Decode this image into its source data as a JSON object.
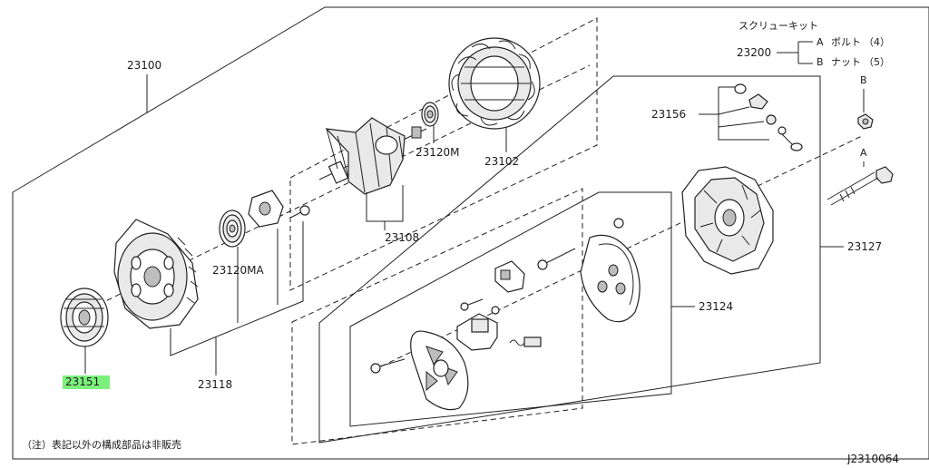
{
  "diagram": {
    "drawing_code": "J2310064",
    "note": "（注）表記以外の構成部品は非販売",
    "screw_kit": {
      "title": "スクリューキット",
      "code": "23200",
      "items": [
        {
          "key": "A",
          "name": "ボルト",
          "qty": "（4）"
        },
        {
          "key": "B",
          "name": "ナット",
          "qty": "（5）"
        }
      ]
    },
    "callouts": {
      "p23100": "23100",
      "p23102": "23102",
      "p23108": "23108",
      "p23118": "23118",
      "p23120M": "23120M",
      "p23120MA": "23120MA",
      "p23124": "23124",
      "p23127": "23127",
      "p23151": "23151",
      "p23156": "23156"
    },
    "markers": {
      "a": "A",
      "b": "B"
    },
    "colors": {
      "highlight": "#7CF07C",
      "line": "#222222"
    }
  }
}
